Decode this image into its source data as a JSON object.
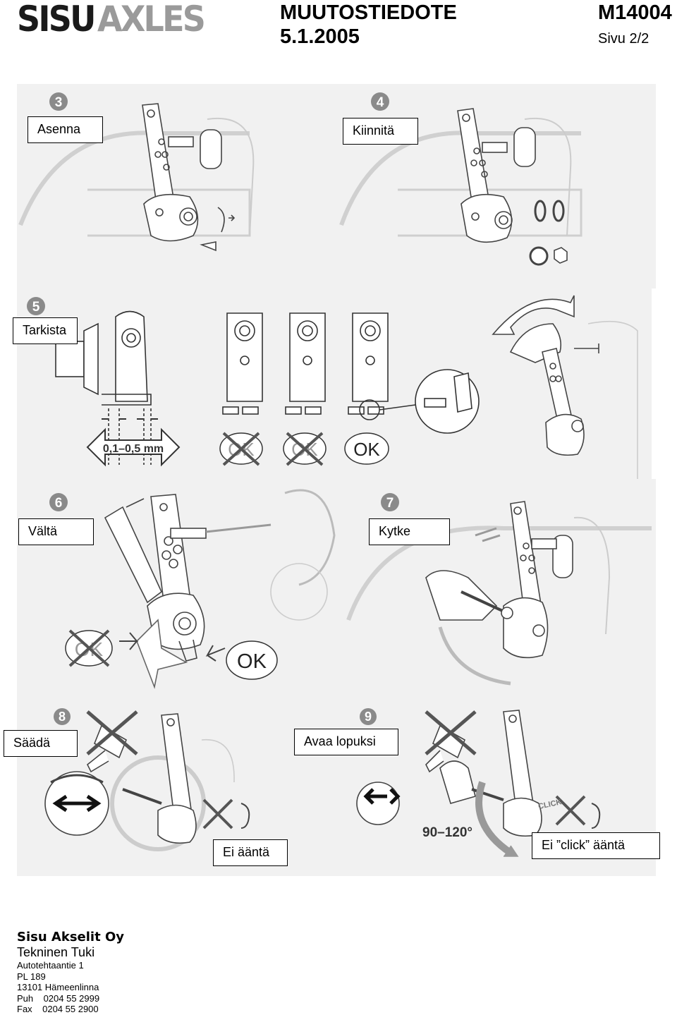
{
  "header": {
    "logo_part1": "SISU",
    "logo_part2": "AXLES",
    "title": "MUUTOSTIEDOTE",
    "date": "5.1.2005",
    "doc_number": "M14004",
    "page": "Sivu 2/2"
  },
  "steps": {
    "s3": {
      "number": "3",
      "label": "Asenna"
    },
    "s4": {
      "number": "4",
      "label": "Kiinnitä"
    },
    "s5": {
      "number": "5",
      "label": "Tarkista",
      "measure": "0,1–0,5 mm",
      "ok": "OK"
    },
    "s6": {
      "number": "6",
      "label": "Vältä",
      "ok": "OK"
    },
    "s7": {
      "number": "7",
      "label": "Kytke"
    },
    "s8": {
      "number": "8",
      "label": "Säädä",
      "note": "Ei ääntä"
    },
    "s9": {
      "number": "9",
      "label": "Avaa lopuksi",
      "angle": "90–120°",
      "note": "Ei ”click” ääntä",
      "click": "CLICK"
    }
  },
  "footer": {
    "company": "Sisu Akselit Oy",
    "department": "Tekninen Tuki",
    "street": "Autotehtaantie 1",
    "pobox": "PL 189",
    "city": "13101 Hämeenlinna",
    "phone": "Puh    0204 55 2999",
    "fax": "Fax    0204 55 2900"
  },
  "colors": {
    "panel_bg": "#f1f1f1",
    "line": "#333333",
    "grey_fill": "#8a8a8a",
    "cross": "#555555"
  }
}
